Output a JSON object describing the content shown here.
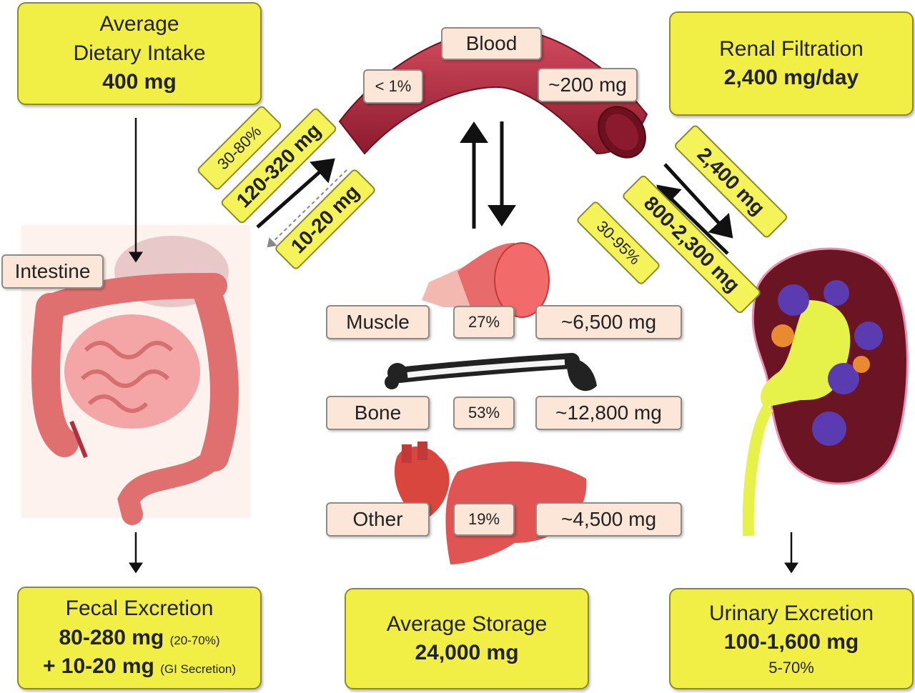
{
  "boxes": {
    "intake": {
      "line1": "Average",
      "line2": "Dietary Intake",
      "value": "400 mg"
    },
    "renal": {
      "title": "Renal Filtration",
      "value": "2,400 mg/day"
    },
    "fecal": {
      "title": "Fecal Excretion",
      "value1": "80-280 mg",
      "note1": "(20-70%)",
      "value2": "+ 10-20 mg",
      "note2": "(GI Secretion)"
    },
    "storage": {
      "title": "Average Storage",
      "value": "24,000 mg"
    },
    "urinary": {
      "title": "Urinary Excretion",
      "value": "100-1,600 mg",
      "pct": "5-70%"
    }
  },
  "blood": {
    "label": "Blood",
    "pct": "< 1%",
    "amount": "~200 mg"
  },
  "intestine_label": "Intestine",
  "stores": [
    {
      "label": "Muscle",
      "pct": "27%",
      "amount": "~6,500 mg"
    },
    {
      "label": "Bone",
      "pct": "53%",
      "amount": "~12,800 mg"
    },
    {
      "label": "Other",
      "pct": "19%",
      "amount": "~4,500 mg"
    }
  ],
  "left_flows": {
    "absorb_pct": "30-80%",
    "absorb_amount": "120-320 mg",
    "secretion": "10-20 mg"
  },
  "right_flows": {
    "filtered": "2,400 mg",
    "reabsorbed": "800-2,300 mg",
    "reabsorb_pct": "30-95%"
  },
  "colors": {
    "box_yellow": "#f1ee45",
    "label_peach": "#fbe6d8",
    "vessel": "#a8243a",
    "kidney": "#6a1424"
  }
}
